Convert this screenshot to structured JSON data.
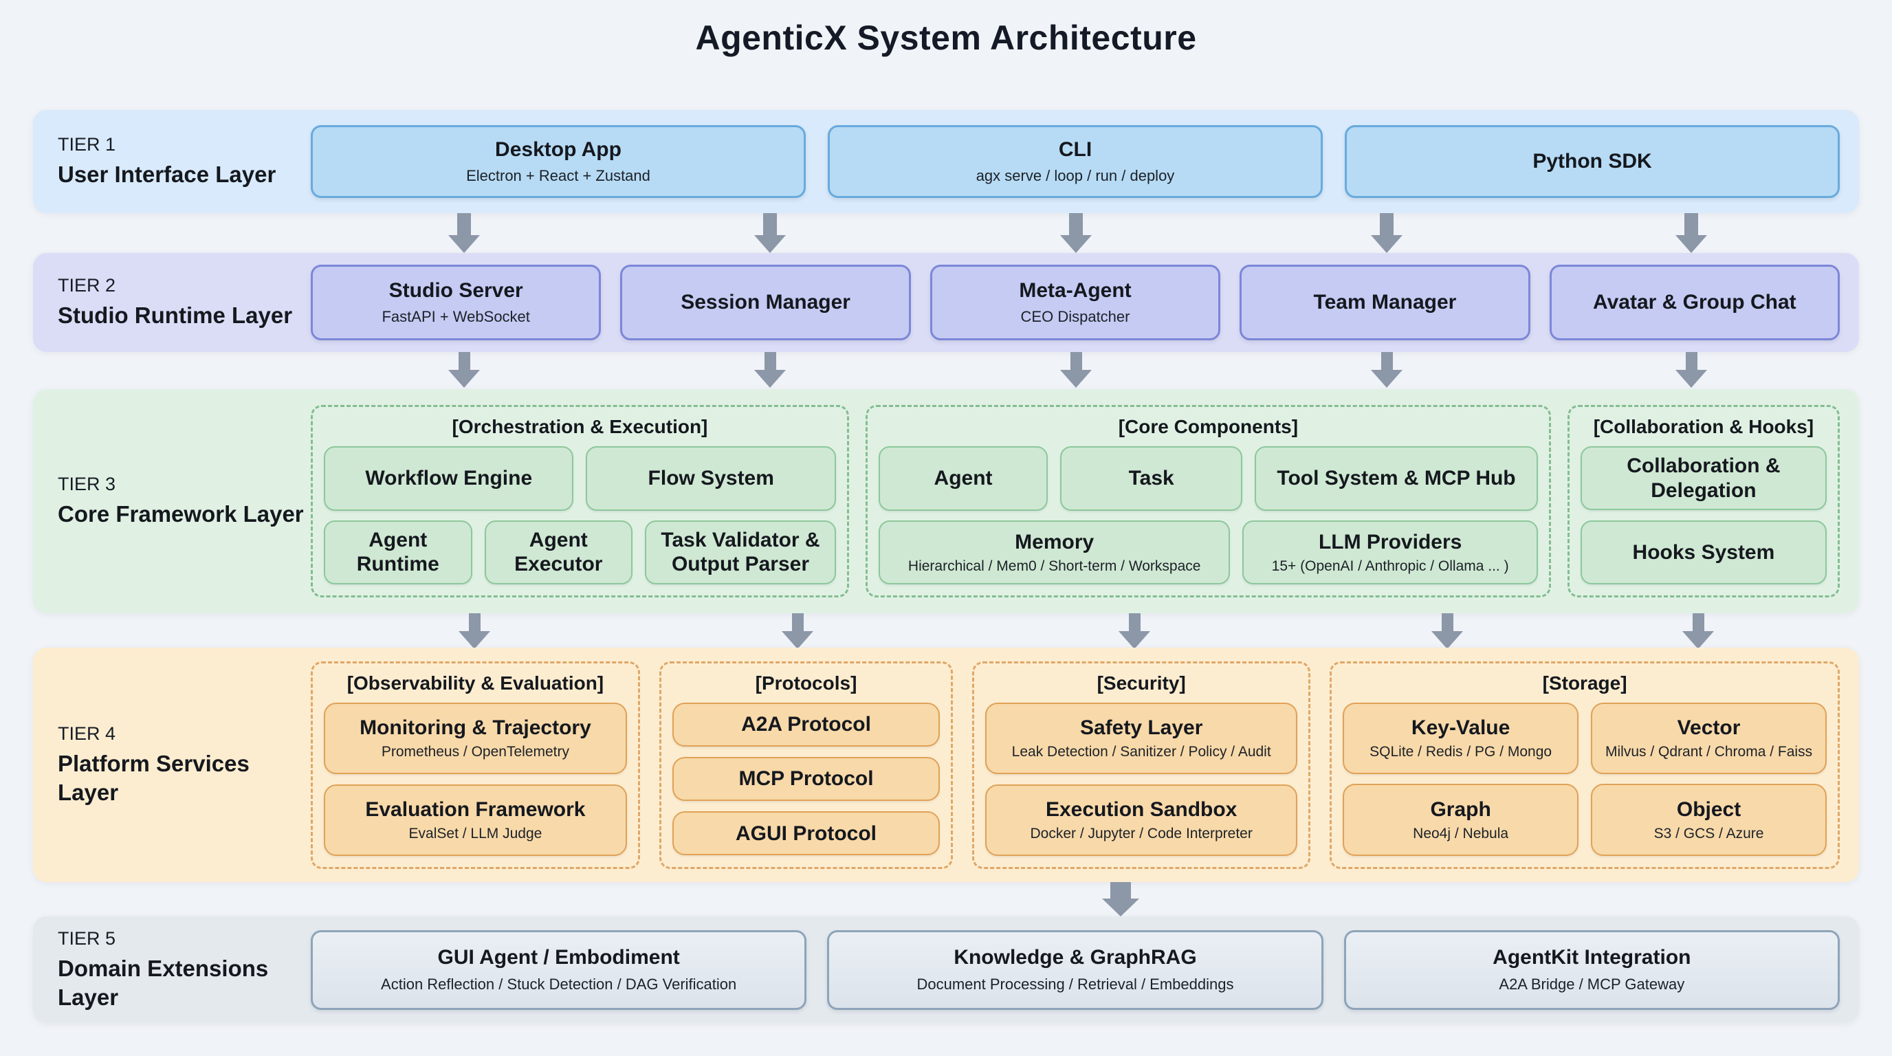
{
  "title": "AgenticX System Architecture",
  "arrow_color": "#8c97a8",
  "colors": {
    "page_bg": "#f0f3f7",
    "tier1_band": "#d8eafb",
    "tier1_box": "#b7dbf5",
    "tier1_border": "#69aadd",
    "tier2_band": "#dbddf7",
    "tier2_box": "#c5cbf3",
    "tier2_border": "#7c87d8",
    "tier3_band": "#e0f1e4",
    "tier3_box": "#cfe8d3",
    "tier3_border": "#8dc89b",
    "tier3_dash": "#83bd90",
    "tier4_band": "#fdedd0",
    "tier4_box": "#f8d9a9",
    "tier4_border": "#dfa258",
    "tier4_dash": "#dfa768",
    "tier5_band": "#e4e9ee",
    "tier5_box": "#e3e9f0",
    "tier5_border": "#8da4b9"
  },
  "t1": {
    "label": "TIER 1",
    "name": "User Interface Layer",
    "boxes": [
      {
        "title": "Desktop App",
        "subtitle": "Electron + React + Zustand"
      },
      {
        "title": "CLI",
        "subtitle": "agx serve / loop / run / deploy"
      },
      {
        "title": "Python SDK"
      }
    ]
  },
  "t2": {
    "label": "TIER 2",
    "name": "Studio Runtime Layer",
    "boxes": [
      {
        "title": "Studio Server",
        "subtitle": "FastAPI + WebSocket"
      },
      {
        "title": "Session Manager"
      },
      {
        "title": "Meta-Agent",
        "subtitle": "CEO Dispatcher"
      },
      {
        "title": "Team Manager"
      },
      {
        "title": "Avatar & Group Chat"
      }
    ]
  },
  "t3": {
    "label": "TIER 3",
    "name": "Core Framework Layer",
    "groups": [
      {
        "header": "[Orchestration & Execution]",
        "boxes": [
          {
            "title": "Workflow Engine"
          },
          {
            "title": "Flow System"
          },
          {
            "title": "Agent Runtime"
          },
          {
            "title": "Agent Executor"
          },
          {
            "title": "Task Validator & Output Parser"
          }
        ]
      },
      {
        "header": "[Core Components]",
        "boxes": [
          {
            "title": "Agent"
          },
          {
            "title": "Task"
          },
          {
            "title": "Tool System & MCP Hub"
          },
          {
            "title": "Memory",
            "subtitle": "Hierarchical / Mem0 / Short-term / Workspace"
          },
          {
            "title": "LLM Providers",
            "subtitle": "15+ (OpenAI / Anthropic / Ollama ... )"
          }
        ]
      },
      {
        "header": "[Collaboration & Hooks]",
        "boxes": [
          {
            "title": "Collaboration & Delegation"
          },
          {
            "title": "Hooks System"
          }
        ]
      }
    ]
  },
  "t4": {
    "label": "TIER 4",
    "name": "Platform Services Layer",
    "groups": [
      {
        "header": "[Observability & Evaluation]",
        "boxes": [
          {
            "title": "Monitoring & Trajectory",
            "subtitle": "Prometheus / OpenTelemetry"
          },
          {
            "title": "Evaluation Framework",
            "subtitle": "EvalSet / LLM Judge"
          }
        ]
      },
      {
        "header": "[Protocols]",
        "boxes": [
          {
            "title": "A2A Protocol"
          },
          {
            "title": "MCP Protocol"
          },
          {
            "title": "AGUI Protocol"
          }
        ]
      },
      {
        "header": "[Security]",
        "boxes": [
          {
            "title": "Safety Layer",
            "subtitle": "Leak Detection / Sanitizer / Policy / Audit"
          },
          {
            "title": "Execution Sandbox",
            "subtitle": "Docker / Jupyter / Code Interpreter"
          }
        ]
      },
      {
        "header": "[Storage]",
        "boxes": [
          {
            "title": "Key-Value",
            "subtitle": "SQLite / Redis / PG / Mongo"
          },
          {
            "title": "Vector",
            "subtitle": "Milvus / Qdrant / Chroma / Faiss"
          },
          {
            "title": "Graph",
            "subtitle": "Neo4j / Nebula"
          },
          {
            "title": "Object",
            "subtitle": "S3 / GCS / Azure"
          }
        ]
      }
    ]
  },
  "t5": {
    "label": "TIER 5",
    "name": "Domain Extensions Layer",
    "boxes": [
      {
        "title": "GUI Agent / Embodiment",
        "subtitle": "Action Reflection / Stuck Detection / DAG Verification"
      },
      {
        "title": "Knowledge & GraphRAG",
        "subtitle": "Document Processing / Retrieval / Embeddings"
      },
      {
        "title": "AgentKit Integration",
        "subtitle": "A2A Bridge / MCP Gateway"
      }
    ]
  }
}
